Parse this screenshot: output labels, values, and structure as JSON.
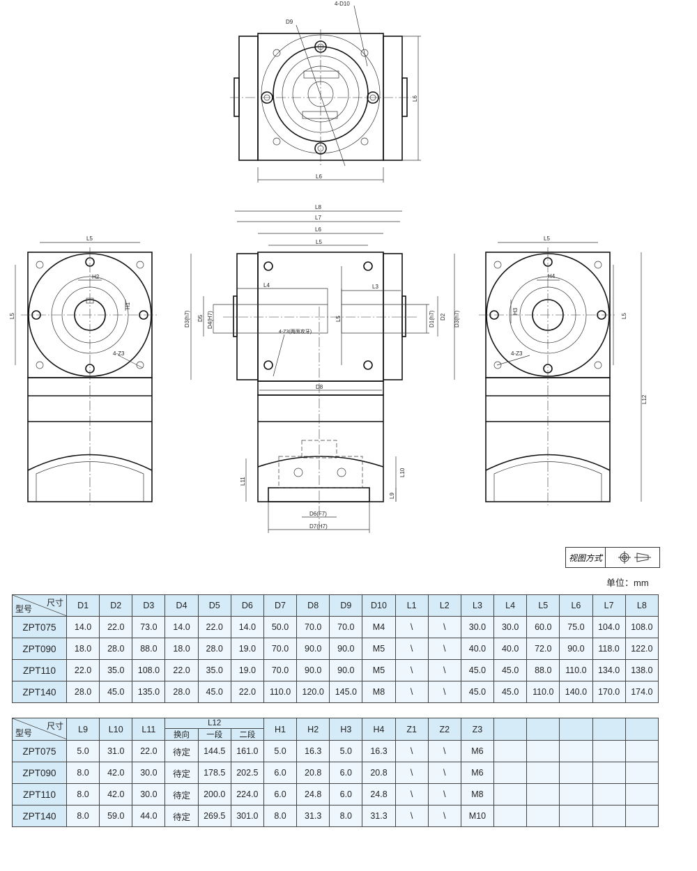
{
  "drawing": {
    "top_view": {
      "d10": "4-D10",
      "d9": "D9",
      "l6_h": "L6",
      "l6_v": "L6"
    },
    "left_view": {
      "l5_h": "L5",
      "l5_v": "L5",
      "h2": "H2",
      "h1": "H1",
      "z3": "4-Z3"
    },
    "front_view": {
      "l8": "L8",
      "l7": "L7",
      "l6": "L6",
      "l5": "L5",
      "l4": "L4",
      "l3": "L3",
      "l5_v": "L5",
      "d3_left": "D3(h7)",
      "d5": "D5",
      "d4": "D4(H7)",
      "d1": "D1(h7)",
      "d2": "D2",
      "d3_right": "D3(h7)",
      "z3": "4-Z3(两面攻牙)",
      "d8": "D8",
      "l11": "L11",
      "l10": "L10",
      "l9": "L9",
      "d6": "D6(F7)",
      "d7": "D7(H7)"
    },
    "right_view": {
      "l5_h": "L5",
      "l5_v": "L5",
      "h4": "H4",
      "h3": "H3",
      "z3": "4-Z3",
      "l12": "L12"
    }
  },
  "view_method": {
    "label": "视图方式",
    "icon": "first-angle-projection-icon"
  },
  "unit": "单位：mm",
  "colors": {
    "header": "#d5ebf8",
    "cell": "#eef7fd",
    "border": "#444444"
  },
  "table1": {
    "corner_top": "尺寸",
    "corner_bottom": "型号",
    "headers": [
      "D1",
      "D2",
      "D3",
      "D4",
      "D5",
      "D6",
      "D7",
      "D8",
      "D9",
      "D10",
      "L1",
      "L2",
      "L3",
      "L4",
      "L5",
      "L6",
      "L7",
      "L8"
    ],
    "rows": [
      {
        "model": "ZPT075",
        "values": [
          "14.0",
          "22.0",
          "73.0",
          "14.0",
          "22.0",
          "14.0",
          "50.0",
          "70.0",
          "70.0",
          "M4",
          "\\",
          "\\",
          "30.0",
          "30.0",
          "60.0",
          "75.0",
          "104.0",
          "108.0"
        ]
      },
      {
        "model": "ZPT090",
        "values": [
          "18.0",
          "28.0",
          "88.0",
          "18.0",
          "28.0",
          "19.0",
          "70.0",
          "90.0",
          "90.0",
          "M5",
          "\\",
          "\\",
          "40.0",
          "40.0",
          "72.0",
          "90.0",
          "118.0",
          "122.0"
        ]
      },
      {
        "model": "ZPT110",
        "values": [
          "22.0",
          "35.0",
          "108.0",
          "22.0",
          "35.0",
          "19.0",
          "70.0",
          "90.0",
          "90.0",
          "M5",
          "\\",
          "\\",
          "45.0",
          "45.0",
          "88.0",
          "110.0",
          "134.0",
          "138.0"
        ]
      },
      {
        "model": "ZPT140",
        "values": [
          "28.0",
          "45.0",
          "135.0",
          "28.0",
          "45.0",
          "22.0",
          "110.0",
          "120.0",
          "145.0",
          "M8",
          "\\",
          "\\",
          "45.0",
          "45.0",
          "110.0",
          "140.0",
          "170.0",
          "174.0"
        ]
      }
    ]
  },
  "table2": {
    "corner_top": "尺寸",
    "corner_bottom": "型号",
    "headers_a": [
      "L9",
      "L10",
      "L11"
    ],
    "l12": "L12",
    "l12_sub": [
      "换向",
      "一段",
      "二段"
    ],
    "headers_b": [
      "H1",
      "H2",
      "H3",
      "H4",
      "Z1",
      "Z2",
      "Z3"
    ],
    "rows": [
      {
        "model": "ZPT075",
        "values": [
          "5.0",
          "31.0",
          "22.0",
          "待定",
          "144.5",
          "161.0",
          "5.0",
          "16.3",
          "5.0",
          "16.3",
          "\\",
          "\\",
          "M6"
        ]
      },
      {
        "model": "ZPT090",
        "values": [
          "8.0",
          "42.0",
          "30.0",
          "待定",
          "178.5",
          "202.5",
          "6.0",
          "20.8",
          "6.0",
          "20.8",
          "\\",
          "\\",
          "M6"
        ]
      },
      {
        "model": "ZPT110",
        "values": [
          "8.0",
          "42.0",
          "30.0",
          "待定",
          "200.0",
          "224.0",
          "6.0",
          "24.8",
          "6.0",
          "24.8",
          "\\",
          "\\",
          "M8"
        ]
      },
      {
        "model": "ZPT140",
        "values": [
          "8.0",
          "59.0",
          "44.0",
          "待定",
          "269.5",
          "301.0",
          "8.0",
          "31.3",
          "8.0",
          "31.3",
          "\\",
          "\\",
          "M10"
        ]
      }
    ]
  }
}
